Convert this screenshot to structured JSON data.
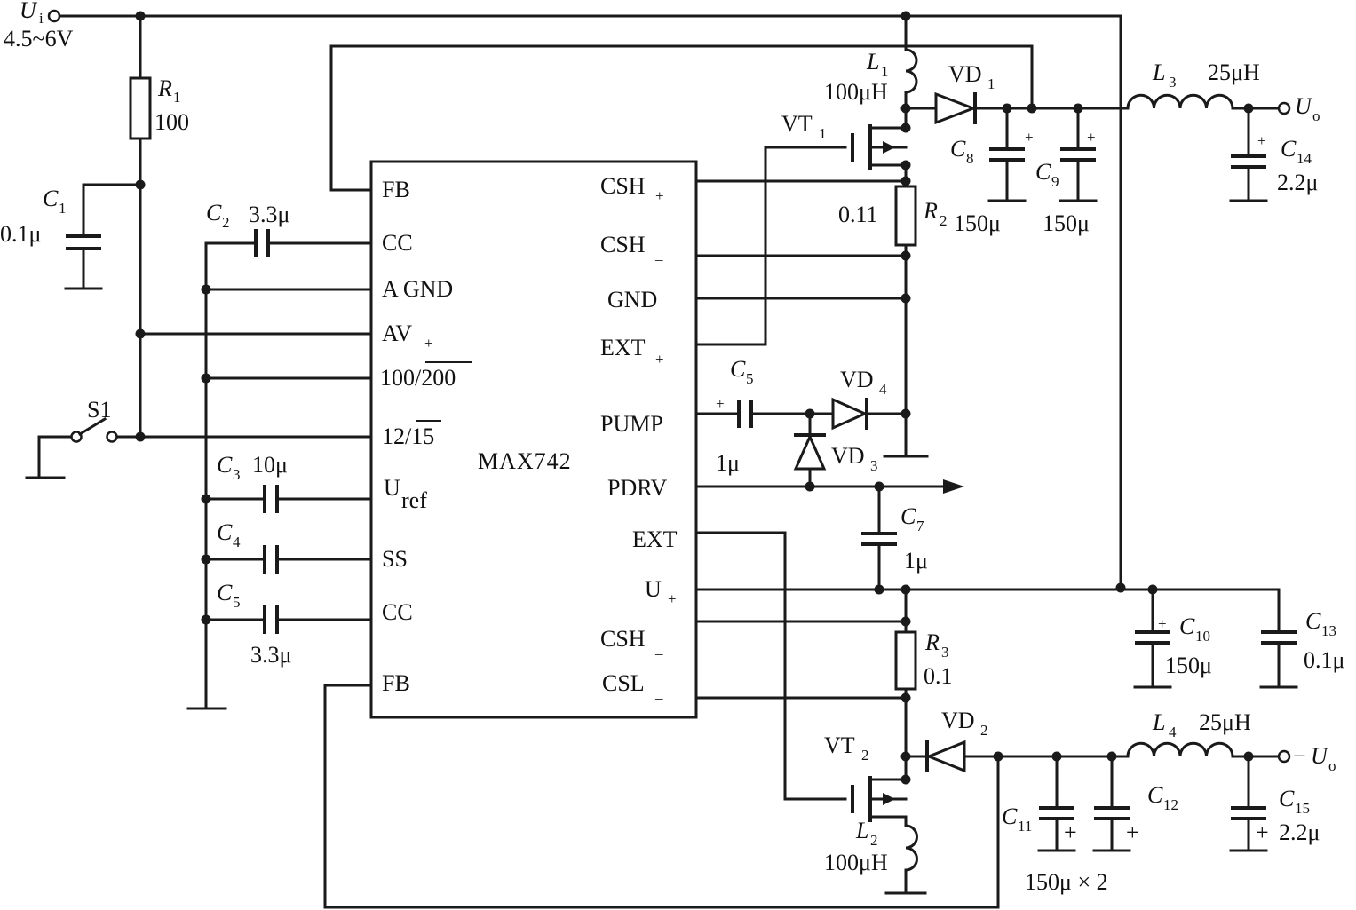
{
  "supply": {
    "name": "U",
    "sub": "i",
    "range": "4.5~6V"
  },
  "chip": {
    "name": "MAX742"
  },
  "left_pins": {
    "fb1": "FB",
    "cc1": "CC",
    "agnd": "A GND",
    "avp": "AV",
    "avp_sub": "+",
    "freq": "100/200",
    "vsel": "12/15",
    "uref": "U",
    "uref_sub": "ref",
    "ss": "SS",
    "cc2": "CC",
    "fb2": "FB"
  },
  "right_pins": {
    "csh_p": "CSH",
    "csh_p_sub": "+",
    "csh_m": "CSH",
    "csh_m_sub": "_",
    "gnd": "GND",
    "ext_p": "EXT",
    "ext_p_sub": "+",
    "pump": "PUMP",
    "pdrv": "PDRV",
    "ext": "EXT",
    "up": "U",
    "up_sub": "+",
    "csh2": "CSH",
    "csh2_sub": "_",
    "csl": "CSL",
    "csl_sub": "_"
  },
  "components": {
    "R1": {
      "name": "R",
      "sub": "1",
      "value": "100"
    },
    "C1": {
      "name": "C",
      "sub": "1",
      "value": "0.1μ"
    },
    "C2": {
      "name": "C",
      "sub": "2",
      "value": "3.3μ"
    },
    "C3": {
      "name": "C",
      "sub": "3",
      "value": "10μ"
    },
    "C4": {
      "name": "C",
      "sub": "4"
    },
    "C5a": {
      "name": "C",
      "sub": "5",
      "value": "3.3μ"
    },
    "C5b": {
      "name": "C",
      "sub": "5",
      "value": "1μ"
    },
    "S1": {
      "name": "S1"
    },
    "L1": {
      "name": "L",
      "sub": "1",
      "value": "100μH"
    },
    "VT1": {
      "name": "VT",
      "sub": "1"
    },
    "VD1": {
      "name": "VD",
      "sub": "1"
    },
    "C8": {
      "name": "C",
      "sub": "8",
      "value": "150μ"
    },
    "C9": {
      "name": "C",
      "sub": "9",
      "value": "150μ"
    },
    "L3": {
      "name": "L",
      "sub": "3",
      "value": "25μH"
    },
    "C14": {
      "name": "C",
      "sub": "14",
      "value": "2.2μ"
    },
    "R2": {
      "name": "R",
      "sub": "2",
      "value": "0.11"
    },
    "VD4": {
      "name": "VD",
      "sub": "4"
    },
    "VD3": {
      "name": "VD",
      "sub": "3"
    },
    "C7": {
      "name": "C",
      "sub": "7",
      "value": "1μ"
    },
    "C10": {
      "name": "C",
      "sub": "10",
      "value": "150μ"
    },
    "C13": {
      "name": "C",
      "sub": "13",
      "value": "0.1μ"
    },
    "R3": {
      "name": "R",
      "sub": "3",
      "value": "0.1"
    },
    "VD2": {
      "name": "VD",
      "sub": "2"
    },
    "VT2": {
      "name": "VT",
      "sub": "2"
    },
    "L2": {
      "name": "L",
      "sub": "2",
      "value": "100μH"
    },
    "L4": {
      "name": "L",
      "sub": "4",
      "value": "25μH"
    },
    "C11": {
      "name": "C",
      "sub": "11"
    },
    "C12": {
      "name": "C",
      "sub": "12"
    },
    "C15": {
      "name": "C",
      "sub": "15",
      "value": "2.2μ"
    },
    "C11_C12_value": "150μ × 2"
  },
  "outputs": {
    "pos": {
      "name": "U",
      "sub": "o"
    },
    "neg": {
      "prefix": "−",
      "name": "U",
      "sub": "o"
    }
  },
  "polarity": {
    "plus": "+"
  }
}
